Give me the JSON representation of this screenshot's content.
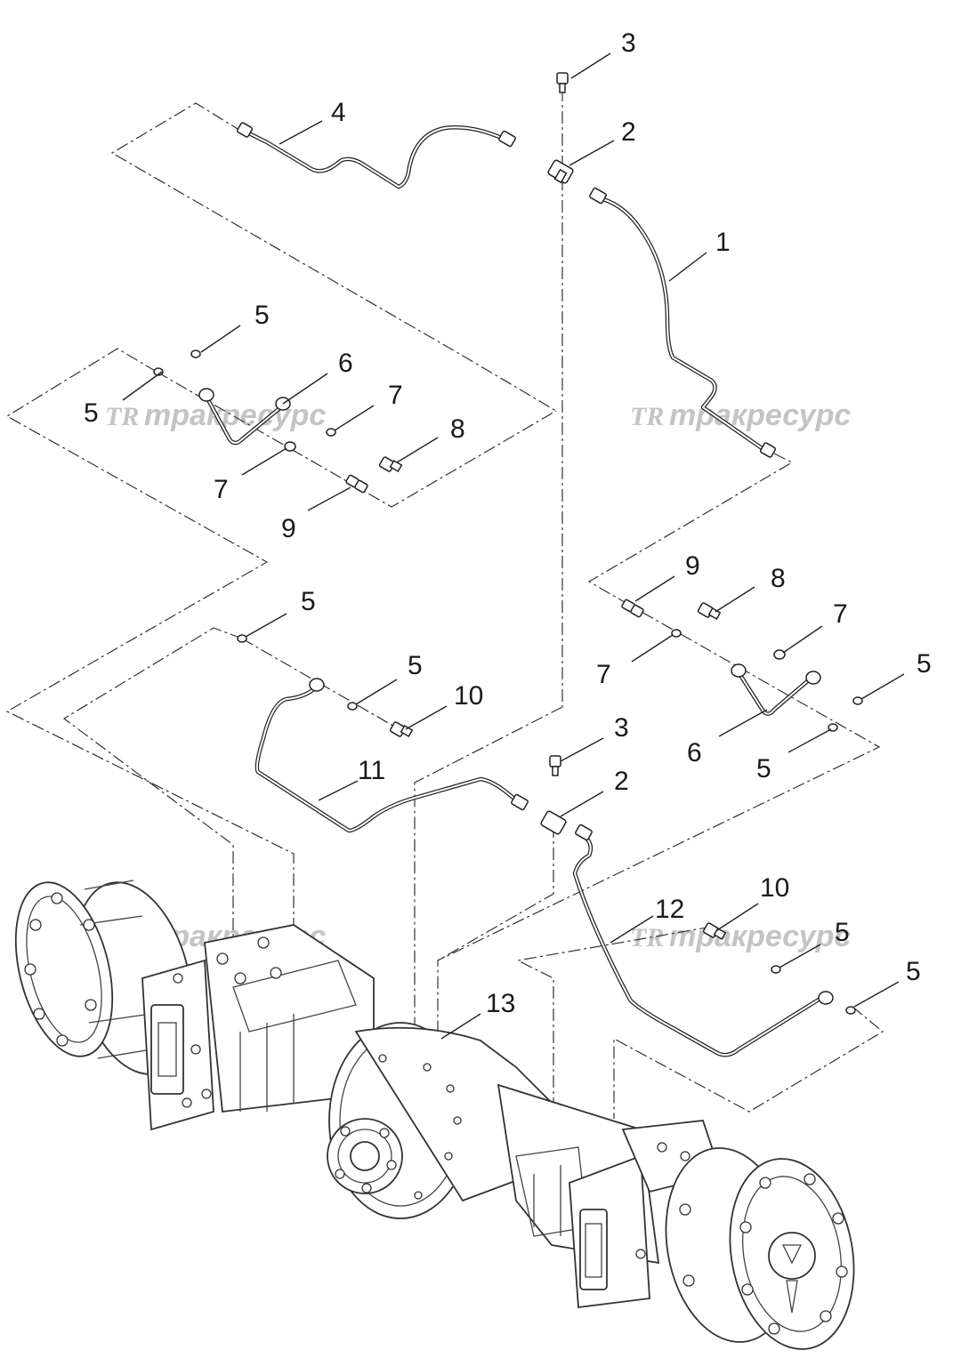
{
  "watermark": {
    "logo": "TR",
    "text": "тракресурс"
  },
  "callouts": {
    "c1": "1",
    "c2_upper": "2",
    "c3_upper": "3",
    "c4": "4",
    "c5_a": "5",
    "c5_b": "5",
    "c6_left": "6",
    "c7_left_upper": "7",
    "c7_left_lower": "7",
    "c8_left": "8",
    "c9_left": "9",
    "c9_right": "9",
    "c8_right": "8",
    "c7_right_upper": "7",
    "c7_right_lower": "7",
    "c5_right_upper": "5",
    "c6_right": "6",
    "c5_right_lower": "5",
    "c5_mid_top": "5",
    "c5_mid": "5",
    "c10_mid": "10",
    "c11": "11",
    "c3_lower": "3",
    "c2_lower": "2",
    "c12": "12",
    "c10_lower": "10",
    "c5_lower_a": "5",
    "c5_lower_b": "5",
    "c13": "13"
  }
}
